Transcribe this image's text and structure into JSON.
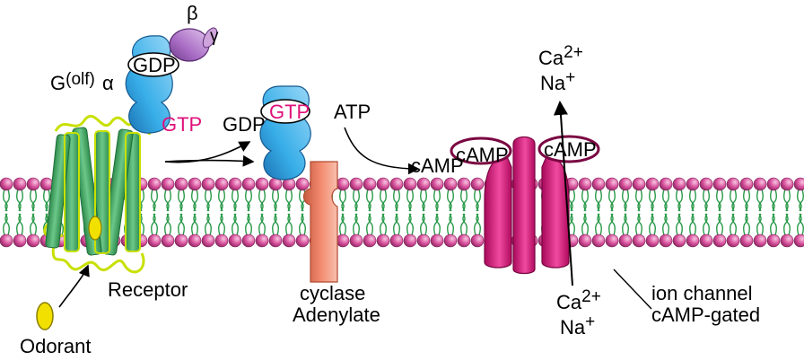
{
  "labels": {
    "odorant": "Odorant",
    "receptor": "Receptor",
    "g_protein": "G",
    "g_subscript": "(olf)",
    "alpha": "α",
    "beta": "β",
    "gamma": "γ",
    "gdp_bound": "GDP",
    "gtp_exchange": "GTP",
    "gdp_released": "GDP",
    "gtp_bound": "GTP",
    "atp": "ATP",
    "camp_product": "cAMP",
    "adenylate_line1": "Adenylate",
    "adenylate_line2": "cyclase",
    "camp_site_1": "cAMP",
    "camp_site_2": "cAMP",
    "channel_line1": "cAMP-gated",
    "channel_line2": "ion channel",
    "ca_out": "Ca",
    "ca_out_charge": "2+",
    "na_out": "Na",
    "na_out_charge": "+",
    "ca_in": "Ca",
    "ca_in_charge": "2+",
    "na_in": "Na",
    "na_in_charge": "+"
  },
  "colors": {
    "lipid_head": "#d9529d",
    "lipid_tail": "#2a9a4a",
    "receptor": "#3aa860",
    "receptor_outline": "#c8e000",
    "odorant": "#f2e000",
    "g_alpha": "#38aee8",
    "g_beta": "#a86cc4",
    "g_gamma": "#cfa4dc",
    "cyclase": "#f28a6e",
    "channel": "#e0107a",
    "gtp_text": "#e0107a"
  }
}
